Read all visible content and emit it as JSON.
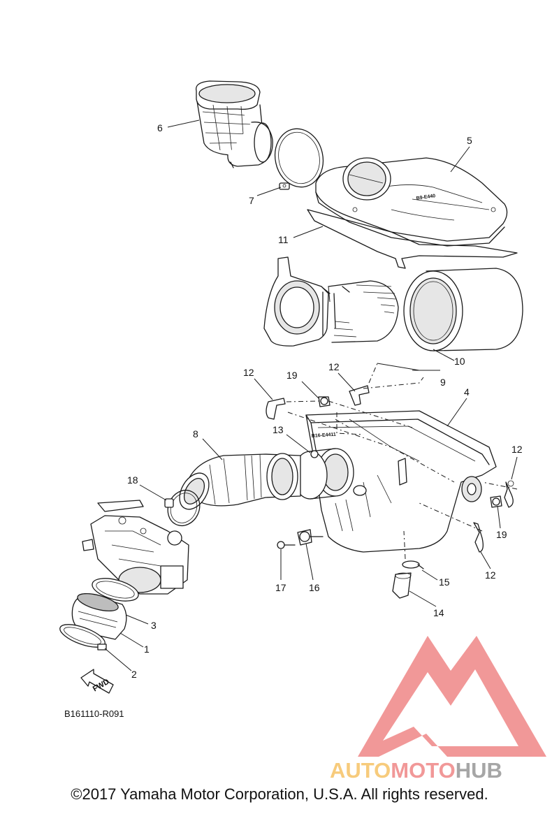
{
  "diagram": {
    "callouts": [
      {
        "id": "6",
        "label": "6"
      },
      {
        "id": "7",
        "label": "7"
      },
      {
        "id": "5",
        "label": "5"
      },
      {
        "id": "11",
        "label": "11"
      },
      {
        "id": "10",
        "label": "10"
      },
      {
        "id": "9",
        "label": "9"
      },
      {
        "id": "12a",
        "label": "12"
      },
      {
        "id": "19a",
        "label": "19"
      },
      {
        "id": "12b",
        "label": "12"
      },
      {
        "id": "4",
        "label": "4"
      },
      {
        "id": "8",
        "label": "8"
      },
      {
        "id": "13",
        "label": "13"
      },
      {
        "id": "12c",
        "label": "12"
      },
      {
        "id": "18",
        "label": "18"
      },
      {
        "id": "19b",
        "label": "19"
      },
      {
        "id": "17",
        "label": "17"
      },
      {
        "id": "16",
        "label": "16"
      },
      {
        "id": "15",
        "label": "15"
      },
      {
        "id": "12d",
        "label": "12"
      },
      {
        "id": "14",
        "label": "14"
      },
      {
        "id": "3",
        "label": "3"
      },
      {
        "id": "1",
        "label": "1"
      },
      {
        "id": "2",
        "label": "2"
      }
    ],
    "fwd_label": "FWD",
    "diagram_code": "B161110-R091",
    "case_marking": "B16-E4411",
    "cover_marking": "B9-E440"
  },
  "watermark": {
    "brand_part1": "AUTO",
    "brand_part2": "MOTO",
    "brand_part3": "HUB",
    "colors": {
      "logo": "#f08a8a",
      "auto": "#f7c46b",
      "moto": "#f08a8a",
      "hub": "#9a9a9a"
    }
  },
  "footer": {
    "copyright": "©2017 Yamaha Motor Corporation, U.S.A. All rights reserved."
  }
}
